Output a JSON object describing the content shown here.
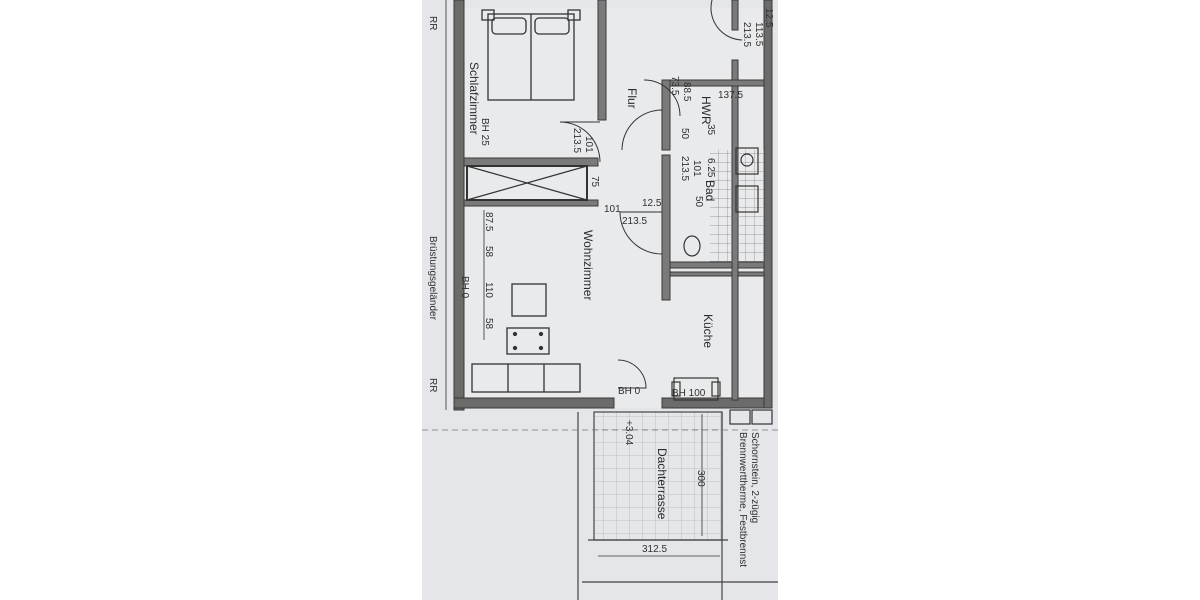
{
  "rooms": {
    "schlafzimmer": "Schlafzimmer",
    "flur": "Flur",
    "hwr": "HWR",
    "bad": "Bad",
    "wohnzimmer": "Wohnzimmer",
    "kueche": "Küche",
    "dachterrasse": "Dachterrasse"
  },
  "notes": {
    "bh25": "BH 25",
    "bh0_left": "BH 0",
    "bh0_door": "BH 0",
    "bh100": "BH 100",
    "bruestung": "Brüstungsgeländer",
    "rr_top": "RR",
    "rr_mid": "RR",
    "level": "+3.04",
    "schornstein": "Schornstein, 2-zügig",
    "brennwert": "Brennwerttherme, Festbrennst"
  },
  "dims": {
    "top_125": "12.5",
    "top_113": "113.5",
    "top_2135": "213.5",
    "flur_885": "88.5",
    "flur_735": "73.5",
    "hwr_1375": "137.5",
    "hwr_50": "50",
    "hwr_35": "35",
    "bad_625": "6.25",
    "bad_101": "101",
    "bad_2135": "213.5",
    "bad_50": "50",
    "sz_101": "101",
    "sz_2135": "213.5",
    "sz_75": "75",
    "wz_125": "12.5",
    "wz_101": "101",
    "wz_2135": "213.5",
    "win_875": "87.5",
    "win_58a": "58",
    "win_110": "110",
    "win_58b": "58",
    "terr_300": "300",
    "terr_3125": "312.5"
  }
}
